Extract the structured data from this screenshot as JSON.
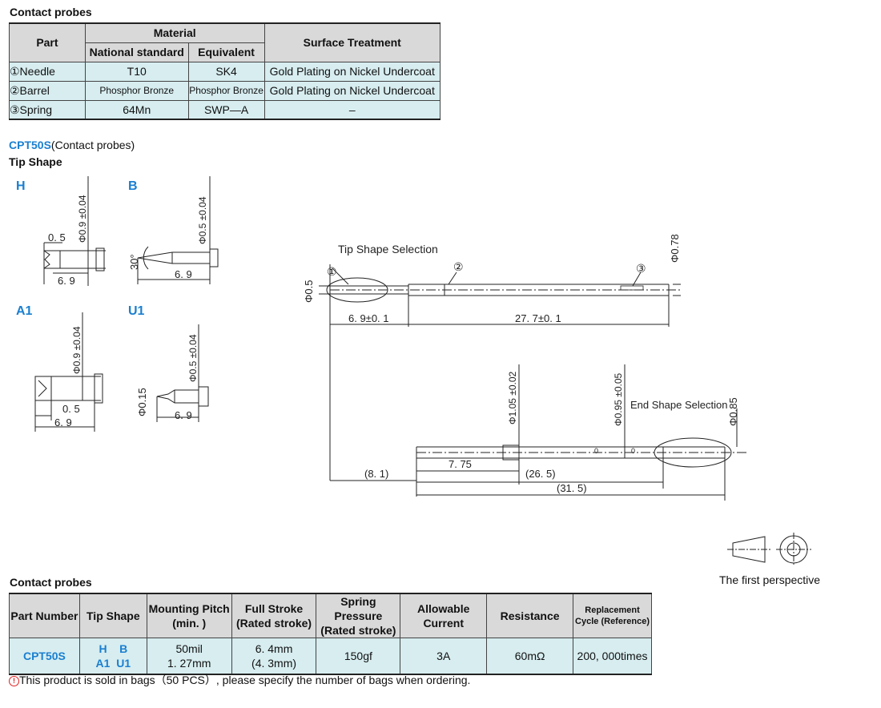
{
  "materials": {
    "title": "Contact probes",
    "headers": {
      "part": "Part",
      "material": "Material",
      "national": "National standard",
      "equivalent": "Equivalent",
      "surface": "Surface Treatment"
    },
    "rows": [
      {
        "part": "①Needle",
        "national": "T10",
        "equivalent": "SK4",
        "surface": "Gold Plating on Nickel Undercoat"
      },
      {
        "part": "②Barrel",
        "national": "Phosphor Bronze",
        "equivalent": "Phosphor Bronze",
        "surface": "Gold Plating on Nickel Undercoat"
      },
      {
        "part": "③Spring",
        "national": "64Mn",
        "equivalent": "SWP—A",
        "surface": "–"
      }
    ]
  },
  "product": {
    "code": "CPT50S",
    "desc": "(Contact probes)",
    "tip_shape_title": "Tip  Shape"
  },
  "tips": {
    "H": {
      "label": "H",
      "dia": "Φ0.9 ±0.04",
      "d1": "0. 5",
      "d2": "6. 9"
    },
    "B": {
      "label": "B",
      "dia": "Φ0.5 ±0.04",
      "angle": "30°",
      "d2": "6. 9"
    },
    "A1": {
      "label": "A1",
      "dia": "Φ0.9 ±0.04",
      "d1": "0. 5",
      "d2": "6. 9"
    },
    "U1": {
      "label": "U1",
      "dia": "Φ0.5 ±0.04",
      "d3": "Φ0.15",
      "d2": "6. 9"
    }
  },
  "drawing": {
    "tip_sel": "Tip Shape Selection",
    "end_sel": "End Shape Selection",
    "c1": "①",
    "c2": "②",
    "c3": "③",
    "dia05": "Φ0.5",
    "dia078": "Φ0.78",
    "len1": "6. 9±0. 1",
    "len2": "27. 7±0. 1",
    "dia105": "Φ1.05 ±0.02",
    "dia095": "Φ0.95 ±0.05",
    "dia085": "Φ0.85",
    "l775": "7. 75",
    "l81": "(8. 1)",
    "l265": "(26. 5)",
    "l315": "(31. 5)",
    "zero1": "0",
    "zero2": "0"
  },
  "perspective": "The first perspective",
  "specs": {
    "title": "Contact probes",
    "headers": {
      "part": "Part Number",
      "tip": "Tip  Shape",
      "pitch1": "Mounting Pitch",
      "pitch2": "(min. )",
      "stroke1": "Full Stroke",
      "stroke2": "(Rated stroke)",
      "spring1": "Spring Pressure",
      "spring2": "(Rated stroke)",
      "current1": "Allowable",
      "current2": "Current",
      "res": "Resistance",
      "rep1": "Replacement",
      "rep2": "Cycle (Reference)"
    },
    "row": {
      "part": "CPT50S",
      "tip1": "H    B",
      "tip2": "A1  U1",
      "pitch1": "50mil",
      "pitch2": "1. 27mm",
      "stroke1": "6. 4mm",
      "stroke2": "(4. 3mm)",
      "spring": "150gf",
      "current": "3A",
      "res": "60mΩ",
      "rep": "200, 000times"
    }
  },
  "note": "This product is sold in bags（50 PCS）,  please specify the number of bags when ordering."
}
